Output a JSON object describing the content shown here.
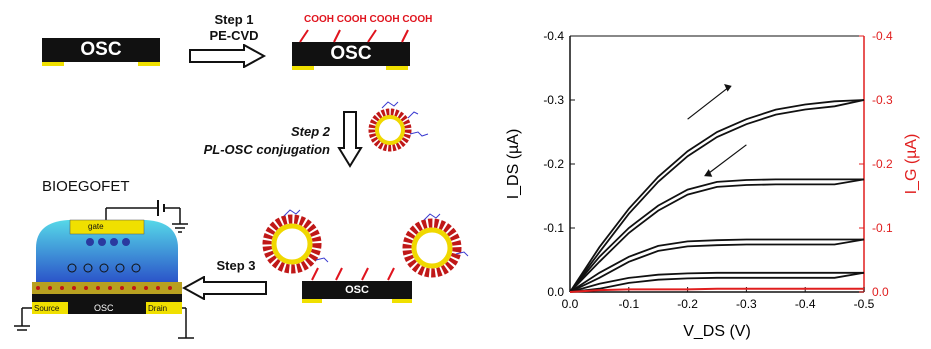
{
  "scheme": {
    "osc_label": "OSC",
    "step1": {
      "title": "Step 1",
      "method": "PE-CVD"
    },
    "cooh_label": "COOH COOH COOH COOH",
    "step2": {
      "title": "Step 2",
      "desc": "PL-OSC conjugation"
    },
    "step3": {
      "title": "Step 3"
    },
    "device": {
      "title": "BIOEGOFET",
      "gate": "gate",
      "source": "Source",
      "drain": "Drain",
      "osc": "OSC"
    }
  },
  "colors": {
    "osc": "#111111",
    "electrode": "#f0e000",
    "cooh": "#e0141e",
    "liposome": "#c01818",
    "ig_axis": "#e01e1e"
  },
  "chart_data": {
    "type": "line",
    "title": "",
    "xlabel": "V_DS (V)",
    "ylabel": "I_DS (µA)",
    "ylabel_right": "I_G (µA)",
    "xlim": [
      0.0,
      -0.5
    ],
    "ylim": [
      0.0,
      -0.4
    ],
    "xticks": [
      "0.0",
      "-0.1",
      "-0.2",
      "-0.3",
      "-0.4",
      "-0.5"
    ],
    "yticks_left": [
      "0.0",
      "-0.1",
      "-0.2",
      "-0.3",
      "-0.4"
    ],
    "yticks_right": [
      "0.0",
      "-0.1",
      "-0.2",
      "-0.3",
      "-0.4"
    ],
    "x": [
      0,
      -0.05,
      -0.1,
      -0.15,
      -0.2,
      -0.25,
      -0.3,
      -0.35,
      -0.4,
      -0.45,
      -0.5
    ],
    "series": [
      {
        "values": [
          0,
          -0.07,
          -0.13,
          -0.18,
          -0.22,
          -0.25,
          -0.27,
          -0.285,
          -0.293,
          -0.298,
          -0.3
        ]
      },
      {
        "values": [
          0,
          -0.055,
          -0.1,
          -0.135,
          -0.16,
          -0.172,
          -0.175,
          -0.176,
          -0.176,
          -0.176,
          -0.176
        ]
      },
      {
        "values": [
          0,
          -0.03,
          -0.055,
          -0.072,
          -0.079,
          -0.081,
          -0.082,
          -0.082,
          -0.082,
          -0.082,
          -0.082
        ]
      },
      {
        "values": [
          0,
          -0.013,
          -0.022,
          -0.027,
          -0.029,
          -0.03,
          -0.03,
          -0.03,
          -0.03,
          -0.03,
          -0.03
        ]
      }
    ],
    "gate_current": {
      "values": [
        0,
        -0.003,
        -0.004,
        -0.004,
        -0.004,
        -0.005,
        -0.005,
        -0.005,
        -0.005,
        -0.005,
        -0.005
      ]
    },
    "grid": false,
    "legend": "none"
  }
}
